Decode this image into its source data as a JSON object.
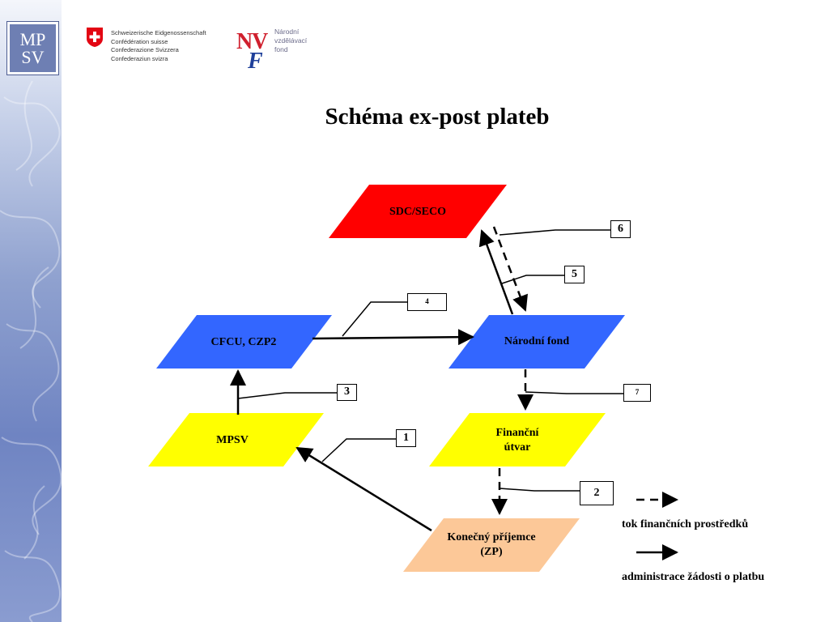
{
  "header": {
    "mpsv_logo_line1": "MP",
    "mpsv_logo_line2": "SV",
    "swiss_lines": [
      "Schweizerische Eidgenossenschaft",
      "Confédération suisse",
      "Confederazione Svizzera",
      "Confederaziun svizra"
    ],
    "nvf_logo_letters": "NVF",
    "nvf_lines": [
      "Národní",
      "vzdělávací",
      "fond"
    ]
  },
  "title": "Schéma ex-post plateb",
  "nodes": {
    "sdc": {
      "label": "SDC/SECO",
      "color": "#ff0000"
    },
    "cfcu": {
      "label": "CFCU, CZP2",
      "color": "#3366ff"
    },
    "narodni_fond": {
      "label": "Národní fond",
      "color": "#3366ff"
    },
    "mpsv": {
      "label": "MPSV",
      "color": "#ffff00"
    },
    "financni_utvar": {
      "label_line1": "Finanční",
      "label_line2": "útvar",
      "color": "#ffff00"
    },
    "konecny_prijemce": {
      "label_line1": "Konečný příjemce",
      "label_line2": "(ZP)",
      "color": "#fcc898"
    }
  },
  "step_numbers": {
    "s1": "1",
    "s2": "2",
    "s3": "3",
    "s4": "4",
    "s5": "5",
    "s6": "6",
    "s7": "7"
  },
  "legend": {
    "dashed": "tok finančních prostředků",
    "solid": "administrace žádosti o platbu"
  }
}
